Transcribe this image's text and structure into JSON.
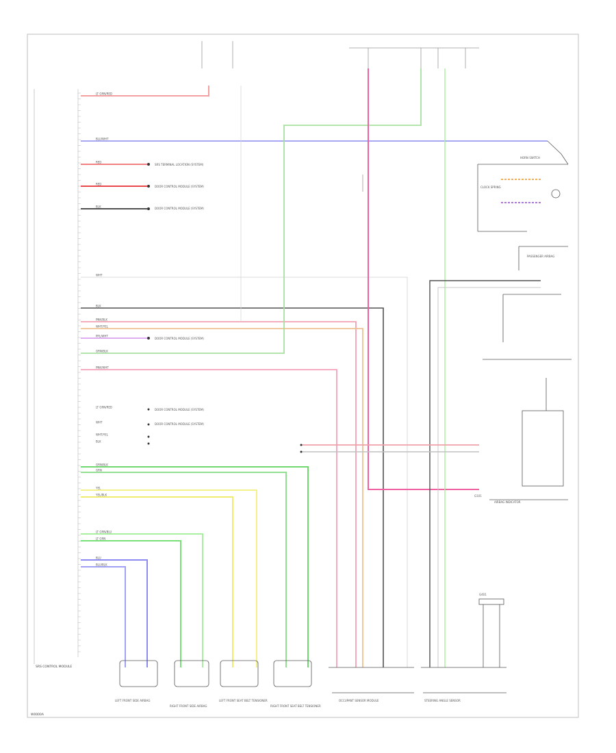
{
  "diagram": {
    "colors": {
      "red": "#f4a0a0",
      "blue": "#8a8af0",
      "green": "#8fe08f",
      "yellow": "#f4f08a",
      "pink": "#f090b8",
      "orange": "#f0c090",
      "purple": "#d8a0f0",
      "gray": "#b8b8b8",
      "dark": "#505050"
    },
    "left_wire_labels": [
      "LT GRN/RED",
      "BLU/WHT",
      "RED",
      "RED",
      "BLK",
      "WHT",
      "BLK",
      "PNK/BLK",
      "WHT/YEL",
      "PPL/WHT",
      "GRN/BLK",
      "PNK/WHT",
      "LT GRN/RED",
      "WHT",
      "WHT/YEL",
      "BLK",
      "GRN/BLK",
      "GRN",
      "YEL",
      "YEL/BLK",
      "LT GRN/BLU",
      "LT GRN",
      "BLU",
      "BLU/BLK"
    ],
    "callouts": [
      "SRS TERMINAL LOCATION (SYSTEM)",
      "DOOR CONTROL MODULE (SYSTEM)",
      "DOOR CONTROL MODULE (SYSTEM)",
      "DOOR CONTROL MODULE (SYSTEM)",
      "DOOR CONTROL MODULE (SYSTEM)",
      "DOOR CONTROL MODULE (SYSTEM)"
    ],
    "ground_labels": [
      "G101",
      "G401"
    ],
    "bottom_component_labels": [
      "LEFT FRONT SIDE AIRBAG",
      "RIGHT FRONT SIDE AIRBAG",
      "LEFT FRONT SEAT BELT TENSIONER",
      "RIGHT FRONT SEAT BELT TENSIONER"
    ],
    "bottom_modules": [
      "OCCUPANT SENSOR MODULE",
      "STEERING ANGLE SENSOR"
    ],
    "right_components": [
      "HORN SWITCH",
      "CLOCK SPRING",
      "PASSENGER AIRBAG",
      "AIRBAG INDICATOR"
    ],
    "left_module_label": "SRS CONTROL MODULE",
    "corner_tag": "W0000A"
  }
}
